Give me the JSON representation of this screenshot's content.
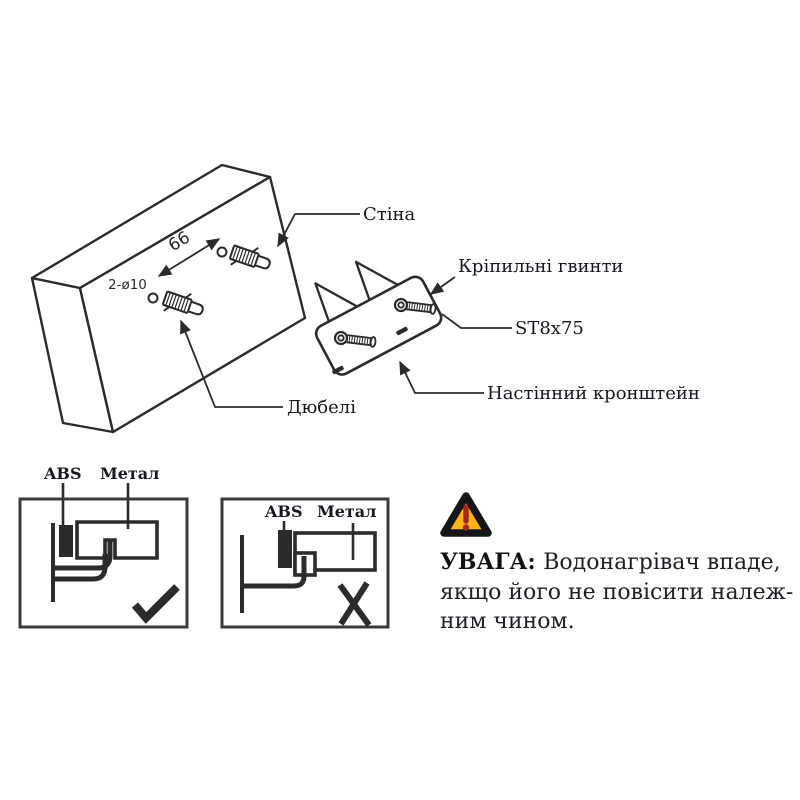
{
  "top_diagram": {
    "labels": {
      "wall": "Стіна",
      "fixing_screws": "Кріпильні гвинти",
      "screw_size": "ST8x75",
      "wall_bracket": "Настінний кронштейн",
      "dowels": "Дюбелі"
    },
    "dimensions": {
      "hole_distance": "66",
      "hole_spec": "2-ø10"
    }
  },
  "comparison": {
    "correct_panel": {
      "abs_label": "ABS",
      "metal_label": "Метал",
      "result": "correct"
    },
    "incorrect_panel": {
      "abs_label": "ABS",
      "metal_label": "Метал",
      "result": "incorrect"
    }
  },
  "warning": {
    "title": "УВАГА",
    "separator": ": ",
    "text_line1": "Водонагрівач впаде,",
    "text_line2": "якщо його не повісити належ-",
    "text_line3": "ним чином."
  },
  "icons": {
    "warning": "warning-triangle"
  },
  "colors": {
    "line": "#2b2b2b",
    "text": "#17171f",
    "warning_yellow": "#FDB513",
    "warning_border": "#161616",
    "warning_exclamation": "#A12A1C"
  }
}
